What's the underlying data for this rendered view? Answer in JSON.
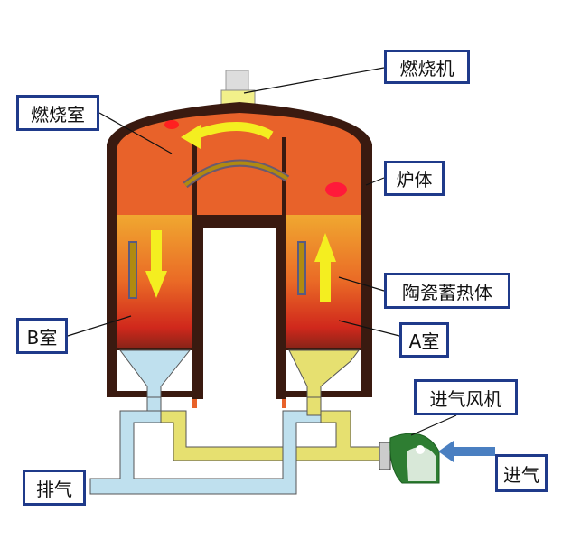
{
  "labels": {
    "burner": "燃烧机",
    "combustion_chamber": "燃烧室",
    "furnace_body": "炉体",
    "ceramic_regenerator": "陶瓷蓄热体",
    "chamber_b": "B室",
    "chamber_a": "A室",
    "inlet_fan": "进气风机",
    "air_inlet": "进气",
    "exhaust": "排气"
  },
  "colors": {
    "wall": "#3a1a10",
    "hot_zone": "#e8622a",
    "regenerator_top": "#f0a830",
    "regenerator_bottom": "#c8281a",
    "cold_gas": "#bfe0ee",
    "inlet_gas": "#e6e070",
    "fan": "#2e7d32",
    "label_border": "#1f3a8a",
    "inlet_arrow": "#4a7fc1"
  }
}
